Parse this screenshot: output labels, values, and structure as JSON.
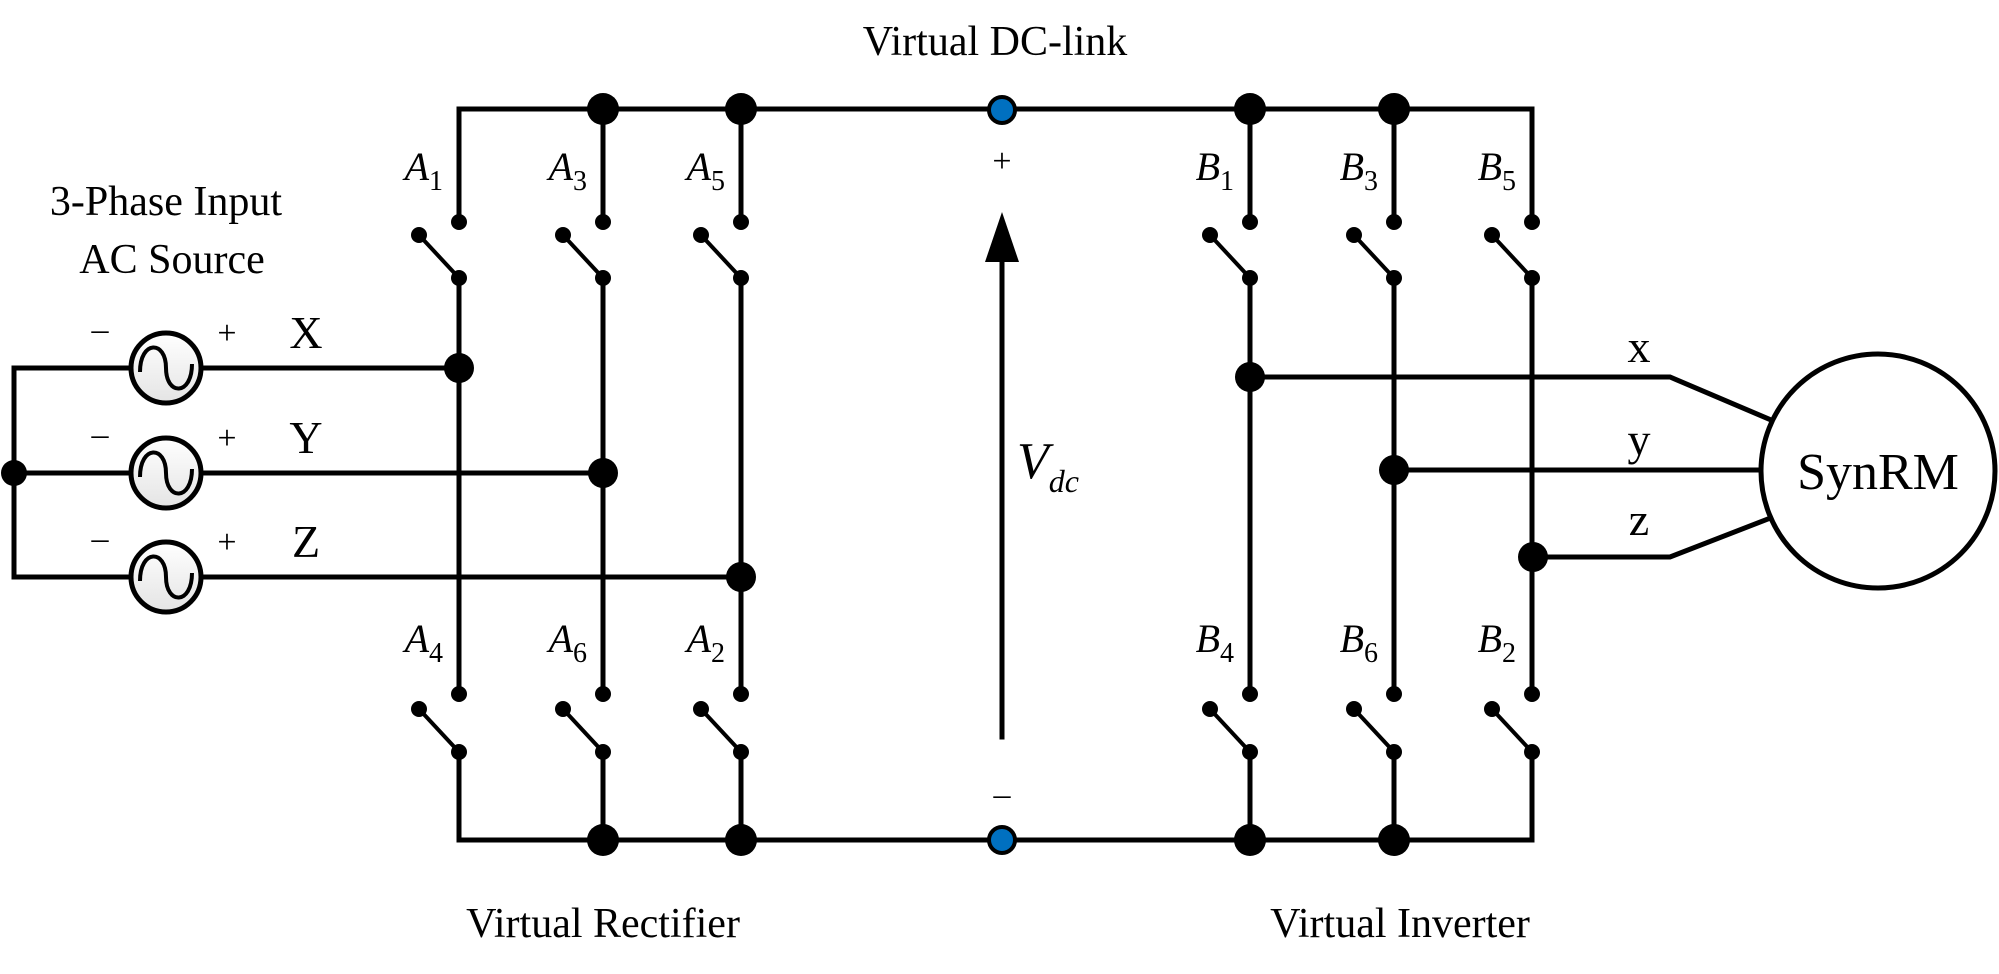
{
  "titles": {
    "dc_link": "Virtual DC-link",
    "rectifier": "Virtual Rectifier",
    "inverter": "Virtual Inverter",
    "source_line1": "3-Phase Input",
    "source_line2": "AC Source",
    "motor": "SynRM"
  },
  "dc_link": {
    "voltage_symbol": "V",
    "voltage_subscript": "dc",
    "positive_sign": "+",
    "negative_sign": "–",
    "node_color": "#0070C0"
  },
  "sources": [
    {
      "phase": "X",
      "minus": "–",
      "plus": "+"
    },
    {
      "phase": "Y",
      "minus": "–",
      "plus": "+"
    },
    {
      "phase": "Z",
      "minus": "–",
      "plus": "+"
    }
  ],
  "rectifier_switches": {
    "upper": [
      {
        "letter": "A",
        "index": "1"
      },
      {
        "letter": "A",
        "index": "3"
      },
      {
        "letter": "A",
        "index": "5"
      }
    ],
    "lower": [
      {
        "letter": "A",
        "index": "4"
      },
      {
        "letter": "A",
        "index": "6"
      },
      {
        "letter": "A",
        "index": "2"
      }
    ]
  },
  "inverter_switches": {
    "upper": [
      {
        "letter": "B",
        "index": "1"
      },
      {
        "letter": "B",
        "index": "3"
      },
      {
        "letter": "B",
        "index": "5"
      }
    ],
    "lower": [
      {
        "letter": "B",
        "index": "4"
      },
      {
        "letter": "B",
        "index": "6"
      },
      {
        "letter": "B",
        "index": "2"
      }
    ]
  },
  "outputs": [
    {
      "label": "x"
    },
    {
      "label": "y"
    },
    {
      "label": "z"
    }
  ]
}
